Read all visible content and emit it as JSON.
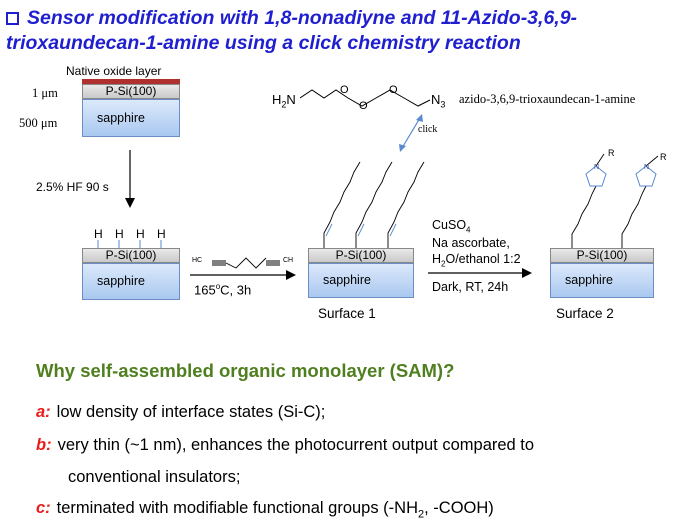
{
  "title": {
    "line1": "Sensor modification with 1,8-nonadiyne and 11-Azido-3,6,9-",
    "line2": "trioxaundecan-1-amine using a click chemistry reaction"
  },
  "diagram": {
    "native_oxide_label": "Native oxide layer",
    "thickness_1um": "1 μm",
    "thickness_500um": "500 μm",
    "psi_label": "P-Si(100)",
    "sapphire_label": "sapphire",
    "hf_step": "2.5% HF  90 s",
    "h_label": "H",
    "azide_molecule_name": "azido-3,6,9-trioxaundecan-1-amine",
    "h2n": "H2N",
    "n3": "N3",
    "o_atom": "O",
    "click_label": "click",
    "hc": "HC",
    "ch": "CH",
    "temp_step": "165°C, 3h",
    "cuso4": "CuSO4",
    "na_ascorbate": "Na ascorbate,",
    "solvent": "H2O/ethanol 1:2",
    "conditions": "Dark, RT, 24h",
    "surface1": "Surface 1",
    "surface2": "Surface 2",
    "r_group": "R",
    "n_atom": "N"
  },
  "question": "Why self-assembled organic monolayer (SAM)?",
  "reasons": [
    {
      "key": "a:",
      "text": "low density of interface states (Si-C);"
    },
    {
      "key": "b:",
      "text": "very thin (~1 nm), enhances the photocurrent output compared to"
    },
    {
      "key": "",
      "text": "conventional insulators;"
    },
    {
      "key": "c:",
      "text": "terminated with modifiable functional groups (-NH2, -COOH)"
    }
  ],
  "colors": {
    "title": "#1f1fd0",
    "question": "#4f7f1f",
    "key": "#e81c1c"
  }
}
